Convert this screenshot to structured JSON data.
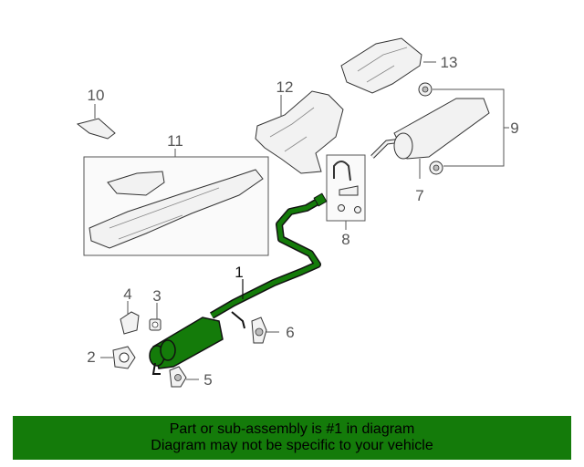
{
  "diagram": {
    "callouts": {
      "c1": "1",
      "c2": "2",
      "c3": "3",
      "c4": "4",
      "c5": "5",
      "c6": "6",
      "c7": "7",
      "c8": "8",
      "c9": "9",
      "c10": "10",
      "c11": "11",
      "c12": "12",
      "c13": "13"
    },
    "colors": {
      "highlight": "#147b0a",
      "line": "#555555",
      "part_fill": "#f2f2f2",
      "part_stroke": "#333333"
    }
  },
  "banner": {
    "line1": "Part or sub-assembly is #1 in diagram",
    "line2": "Diagram may not be specific to your vehicle"
  }
}
